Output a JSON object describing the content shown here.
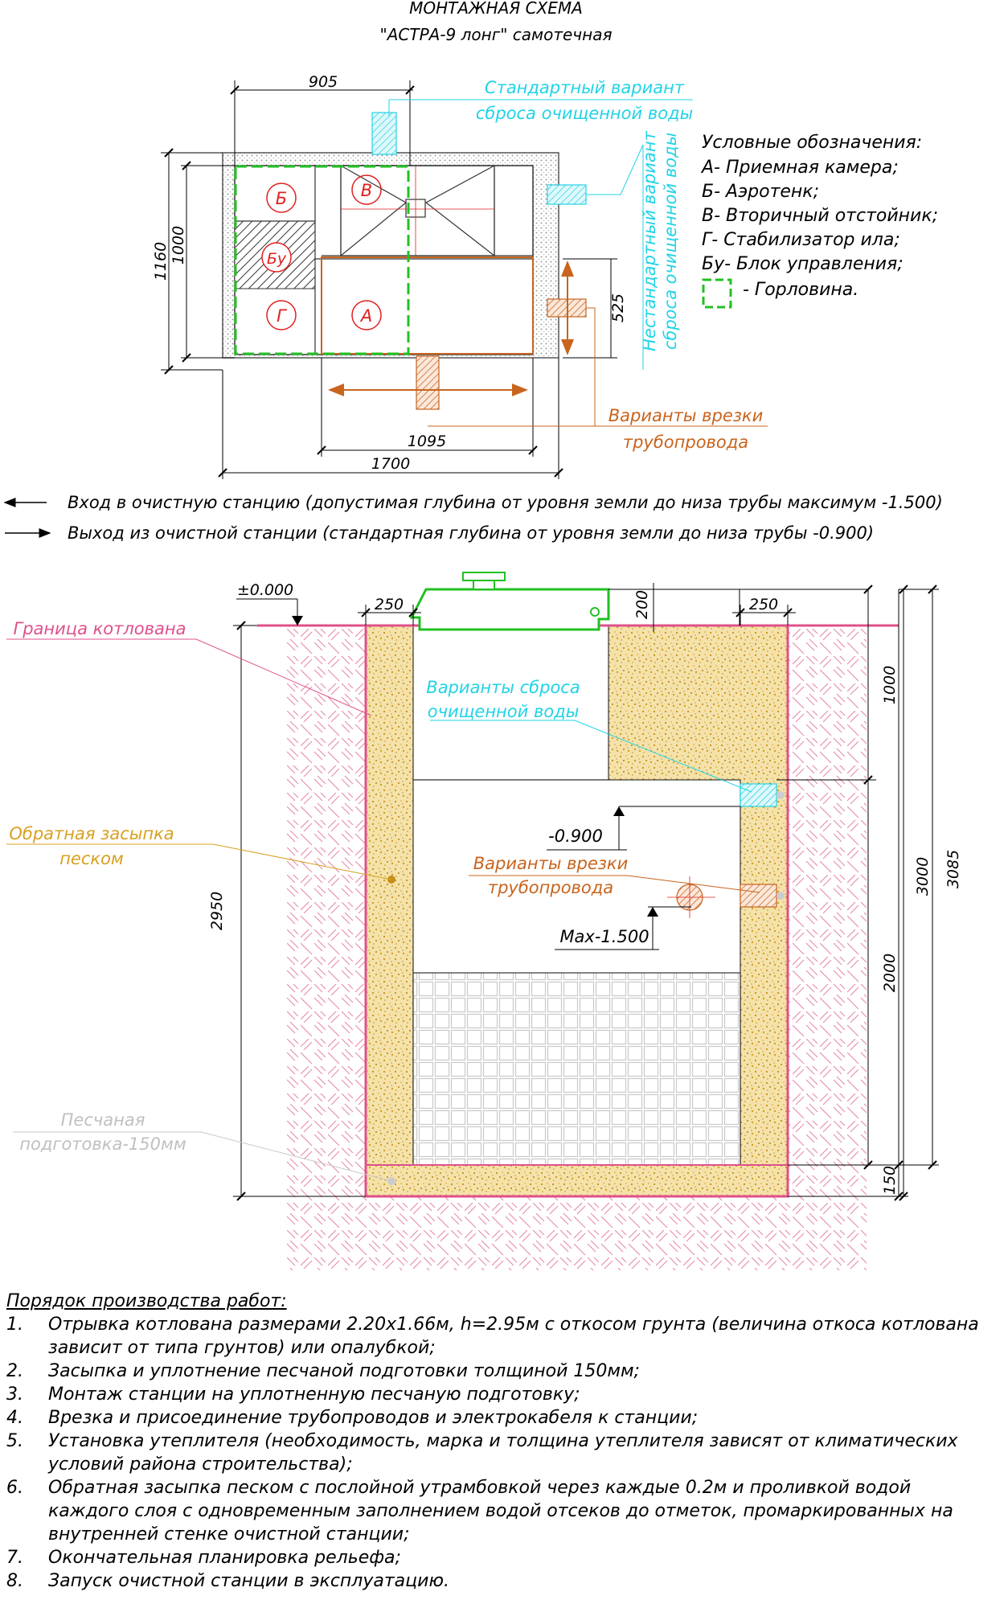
{
  "title": {
    "line1": "МОНТАЖНАЯ СХЕМА",
    "line2": "\"АСТРА-9 лонг\" самотечная"
  },
  "plan": {
    "dims": {
      "top_width": "905",
      "height_outer": "1160",
      "height_inner": "1000",
      "right_side": "525",
      "bottom_inner": "1095",
      "bottom_outer": "1700"
    },
    "compartments": {
      "b": "Б",
      "v": "В",
      "bu": "Бу",
      "g": "Г",
      "a": "А"
    },
    "callouts": {
      "standard_discharge": [
        "Стандартный вариант",
        "сброса очищенной воды"
      ],
      "nonstandard_discharge": [
        "Нестандартный вариант",
        "сброса очищенной воды"
      ],
      "pipe_tapping": [
        "Варианты врезки",
        "трубопровода"
      ]
    },
    "legend": {
      "title": "Условные обозначения:",
      "items": [
        "А- Приемная камера;",
        "Б- Аэротенк;",
        "В- Вторичный отстойник;",
        "Г- Стабилизатор ила;",
        "Бу- Блок управления;",
        "- Горловина."
      ]
    }
  },
  "flow_notes": {
    "inlet": "Вход в очистную станцию (допустимая глубина от уровня земли до низа трубы максимум -1.500)",
    "outlet": "Выход из очистной станции (стандартная глубина от уровня земли до низа трубы -0.900)"
  },
  "section": {
    "level_zero": "±0.000",
    "dims": {
      "left_backfill": "250",
      "right_backfill": "250",
      "neck": "200",
      "upper": "1000",
      "middle": "3000",
      "total": "3085",
      "lower": "2000",
      "base": "150",
      "pit_depth": "2950"
    },
    "marks": {
      "outlet_level": "-0.900",
      "max_level": "Max-1.500"
    },
    "callouts": {
      "pit_boundary": "Граница котлована",
      "discharge_variants": [
        "Варианты сброса",
        "очищенной воды"
      ],
      "backfill": [
        "Обратная засыпка",
        "песком"
      ],
      "pipe_tapping": [
        "Варианты врезки",
        "трубопровода"
      ],
      "sand_bed": [
        "Песчаная",
        "подготовка-150мм"
      ]
    }
  },
  "procedure": {
    "title": "Порядок производства работ:",
    "steps": [
      {
        "num": "1.",
        "text": "Отрывка котлована размерами 2.20х1.66м, h=2.95м с откосом грунта (величина откоса котлована зависит от типа грунтов) или опалубкой;"
      },
      {
        "num": "2.",
        "text": "Засыпка и уплотнение песчаной подготовки толщиной 150мм;"
      },
      {
        "num": "3.",
        "text": "Монтаж станции на уплотненную песчаную подготовку;"
      },
      {
        "num": "4.",
        "text": "Врезка и присоединение трубопроводов и электрокабеля к станции;"
      },
      {
        "num": "5.",
        "text": "Установка утеплителя (необходимость, марка и толщина утеплителя зависят от климатических условий района строительства);"
      },
      {
        "num": "6.",
        "text": "Обратная засыпка песком с послойной утрамбовкой через каждые 0.2м и проливкой водой каждого слоя с одновременным заполнением водой отсеков до отметок, промаркированных на внутренней стенке очистной станции;"
      },
      {
        "num": "7.",
        "text": "Окончательная планировка рельефа;"
      },
      {
        "num": "8.",
        "text": "Запуск очистной станции в эксплуатацию."
      }
    ]
  },
  "colors": {
    "cyan": "#22d3e6",
    "orange": "#c8641e",
    "pink": "#e0508c",
    "green": "#22c022",
    "red": "#e02020",
    "sand": "#f2dca0",
    "sand_dot": "#d8a020",
    "hatch": "#e890b0"
  }
}
